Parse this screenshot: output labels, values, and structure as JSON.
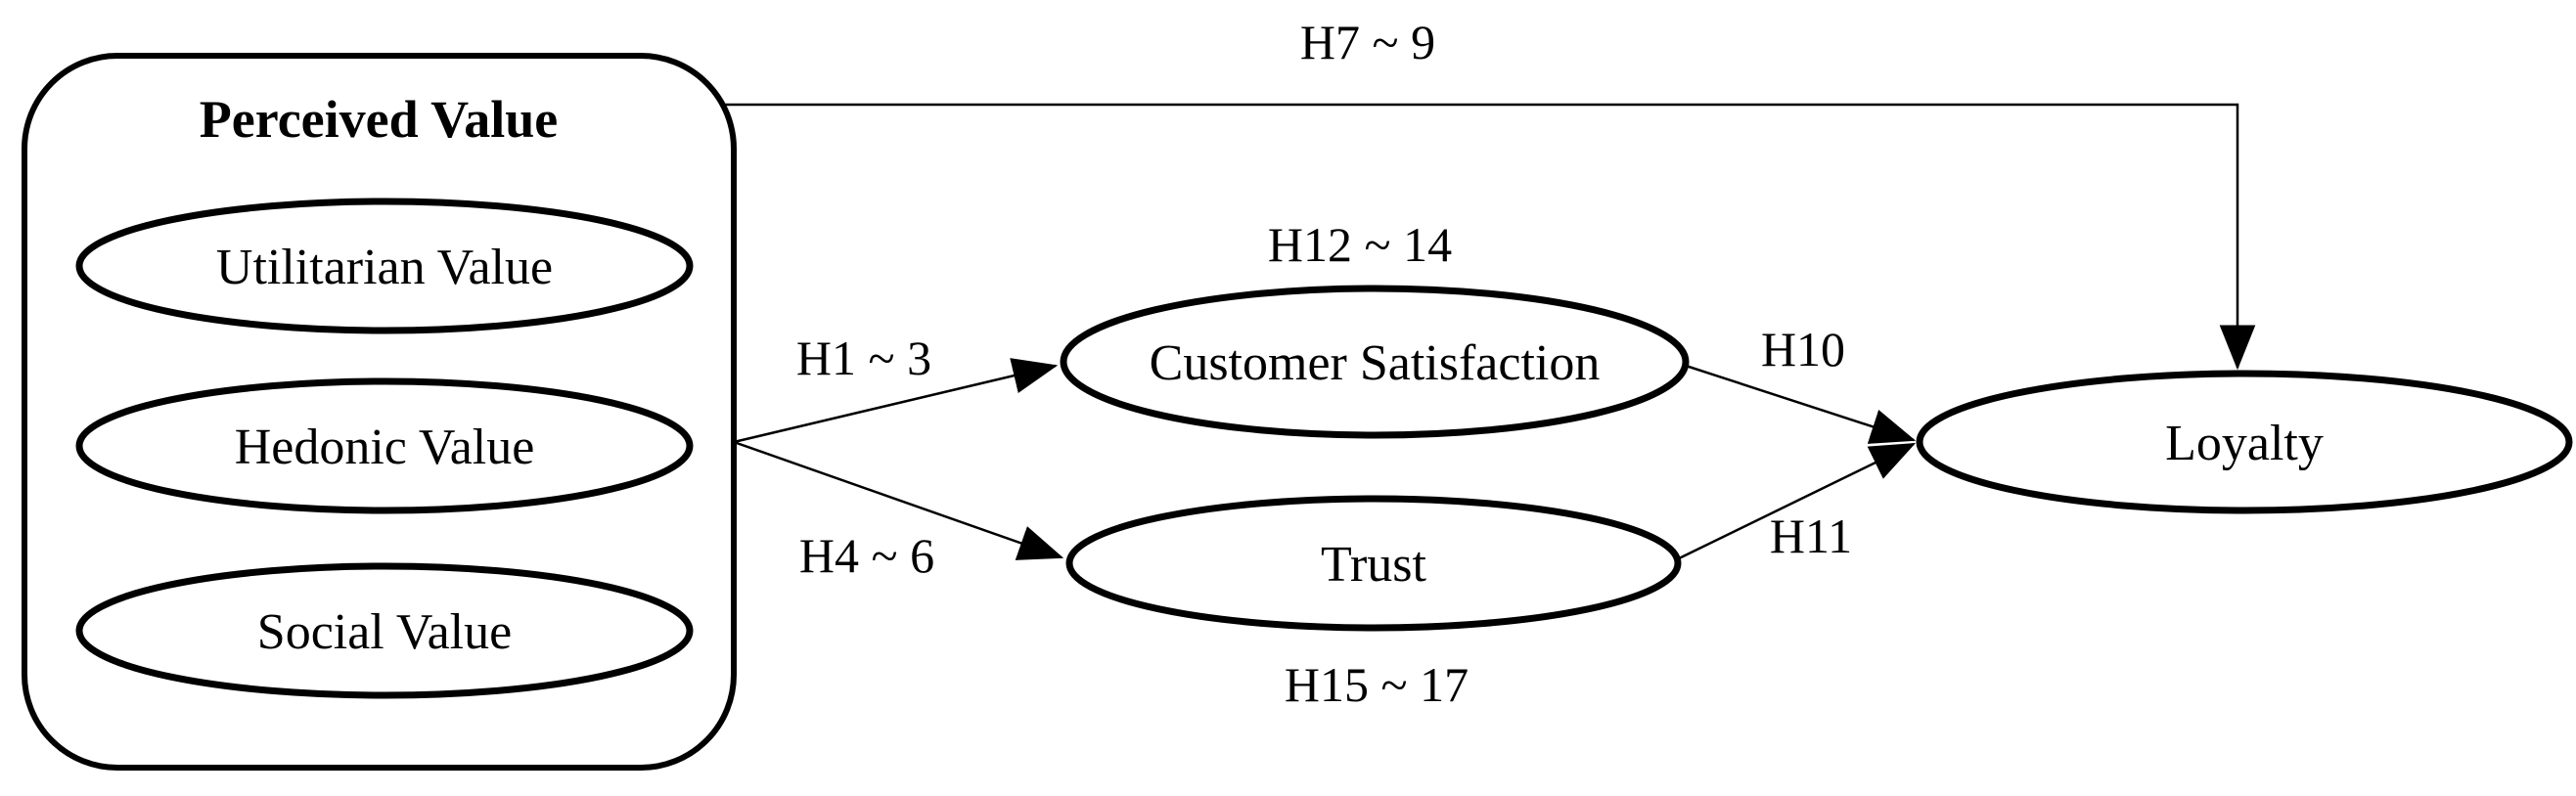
{
  "figure_type": "structural-model-path-diagram",
  "palette": {
    "ink": "#000000",
    "background": "#ffffff"
  },
  "box": {
    "title": "Perceived Value"
  },
  "nodes": {
    "utilitarian": "Utilitarian Value",
    "hedonic": "Hedonic Value",
    "social": "Social Value",
    "customer_satisfaction": "Customer Satisfaction",
    "trust": "Trust",
    "loyalty": "Loyalty"
  },
  "labels": {
    "h1_3": "H1 ~ 3",
    "h4_6": "H4 ~ 6",
    "h7_9": "H7 ~ 9",
    "h10": "H10",
    "h11": "H11",
    "h12_14": "H12 ~ 14",
    "h15_17": "H15 ~ 17"
  },
  "edges": [
    {
      "from": "perceived_value_box",
      "to": "customer_satisfaction",
      "label": "H1 ~ 3",
      "arrow": "filled-triangle",
      "route": "straight"
    },
    {
      "from": "perceived_value_box",
      "to": "trust",
      "label": "H4 ~ 6",
      "arrow": "filled-triangle",
      "route": "straight"
    },
    {
      "from": "perceived_value_box",
      "to": "loyalty",
      "label": "H7 ~ 9",
      "arrow": "filled-triangle",
      "route": "top-elbow"
    },
    {
      "from": "customer_satisfaction",
      "to": "loyalty",
      "label": "H10",
      "arrow": "filled-triangle",
      "route": "straight"
    },
    {
      "from": "trust",
      "to": "loyalty",
      "label": "H11",
      "arrow": "filled-triangle",
      "route": "straight"
    }
  ],
  "annotations": [
    {
      "label": "H12 ~ 14",
      "position": "above customer_satisfaction"
    },
    {
      "label": "H15 ~ 17",
      "position": "below trust"
    }
  ]
}
